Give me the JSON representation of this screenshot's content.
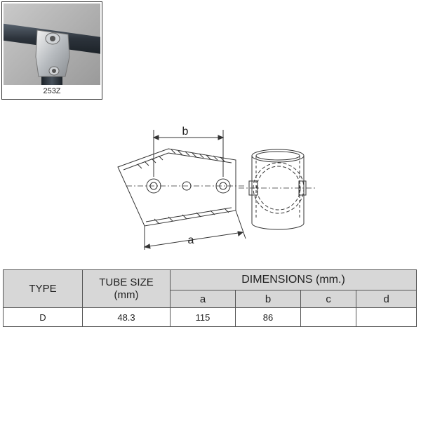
{
  "product": {
    "code": "253Z"
  },
  "drawing": {
    "label_b": "b",
    "label_a": "a"
  },
  "table": {
    "header_type": "TYPE",
    "header_tube_size": "TUBE SIZE",
    "header_tube_unit": "(mm)",
    "header_dimensions": "DIMENSIONS (mm.)",
    "sub_headers": [
      "a",
      "b",
      "c",
      "d"
    ],
    "rows": [
      {
        "type": "D",
        "tube_size": "48.3",
        "a": "115",
        "b": "86",
        "c": "",
        "d": ""
      }
    ]
  },
  "colors": {
    "header_bg": "#d7d7d7",
    "line": "#555555"
  }
}
